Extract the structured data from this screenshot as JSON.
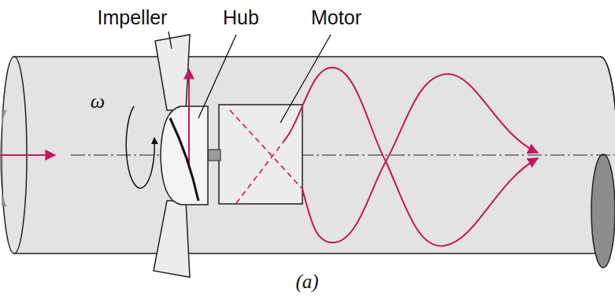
{
  "diagram": {
    "caption": "(a)",
    "labels": [
      "Impeller",
      "Hub",
      "Motor",
      "ω"
    ]
  }
}
